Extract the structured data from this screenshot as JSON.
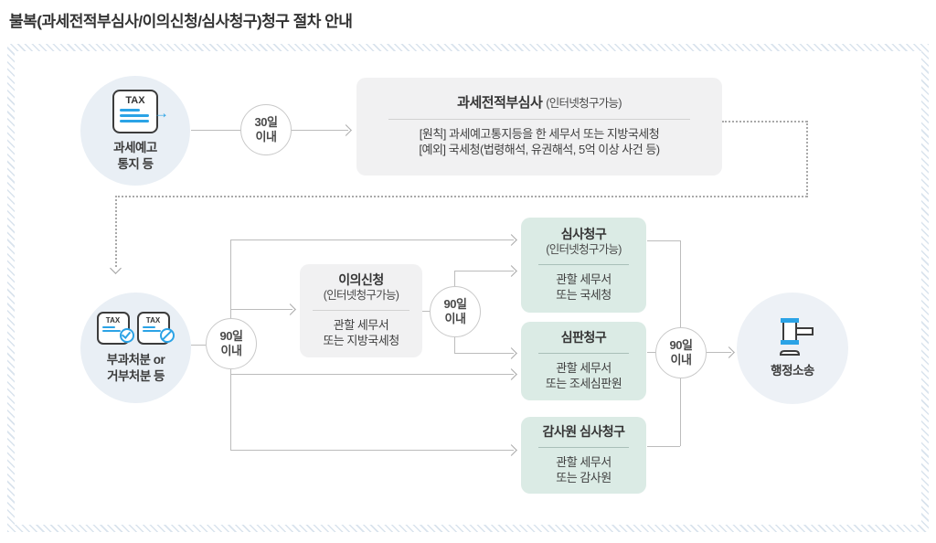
{
  "title": "불복(과세전적부심사/이의신청/심사청구)청구 절차 안내",
  "colors": {
    "accent_blue": "#2ba3e6",
    "circle_bg": "#e9eff5",
    "gray_box": "#f1f1f2",
    "mint_box": "#dbebe5",
    "line_gray": "#bcbcbc",
    "text_dark": "#3c3c3c"
  },
  "flow": {
    "notice": {
      "doc_text": "TAX",
      "label1": "과세예고",
      "label2": "통지 등"
    },
    "d30": {
      "line1": "30일",
      "line2": "이내"
    },
    "pre_review": {
      "title": "과세전적부심사",
      "subtitle": "(인터넷청구가능)",
      "principle": "[원칙] 과세예고통지등을 한 세무서 또는 지방국세청",
      "exception": "[예외] 국세청(법령해석, 유권해석, 5억 이상 사건 등)"
    },
    "disposition": {
      "doc_text": "TAX",
      "label1": "부과처분 or",
      "label2": "거부처분 등"
    },
    "d90a": {
      "line1": "90일",
      "line2": "이내"
    },
    "objection": {
      "title": "이의신청",
      "subtitle": "(인터넷청구가능)",
      "dest1": "관할 세무서",
      "dest2": "또는 지방국세청"
    },
    "d90b": {
      "line1": "90일",
      "line2": "이내"
    },
    "review": {
      "title": "심사청구",
      "subtitle": "(인터넷청구가능)",
      "dest1": "관할 세무서",
      "dest2": "또는 국세청"
    },
    "judgment": {
      "title": "심판청구",
      "dest1": "관할 세무서",
      "dest2": "또는 조세심판원"
    },
    "audit": {
      "title": "감사원 심사청구",
      "dest1": "관할 세무서",
      "dest2": "또는 감사원"
    },
    "d90c": {
      "line1": "90일",
      "line2": "이내"
    },
    "lawsuit": {
      "label": "행정소송"
    }
  }
}
